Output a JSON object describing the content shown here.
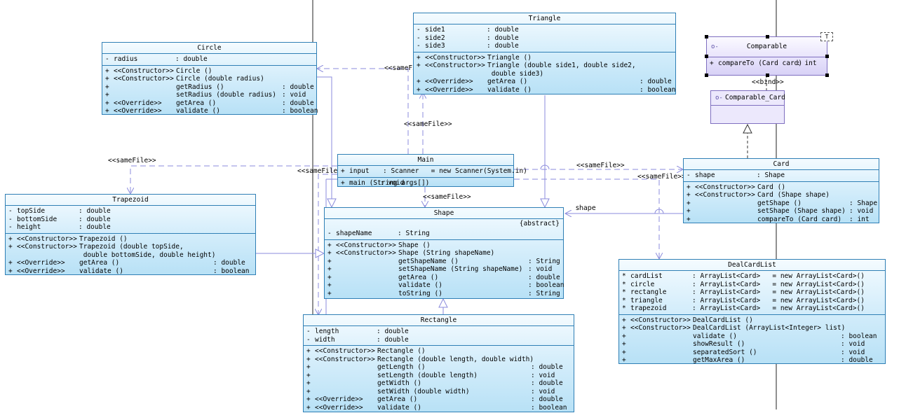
{
  "classes": {
    "circle": {
      "name": "Circle",
      "attributes": [
        {
          "v": "-",
          "n": "radius",
          "t": ": double"
        }
      ],
      "operations": [
        {
          "v": "+",
          "s": "<<Constructor>>",
          "n": "Circle ()",
          "t": ""
        },
        {
          "v": "+",
          "s": "<<Constructor>>",
          "n": "Circle (double radius)",
          "t": ""
        },
        {
          "v": "+",
          "s": "",
          "n": "getRadius ()",
          "t": ": double"
        },
        {
          "v": "+",
          "s": "",
          "n": "setRadius (double radius)",
          "t": ": void"
        },
        {
          "v": "+",
          "s": "<<Override>>",
          "n": "getArea ()",
          "t": ": double"
        },
        {
          "v": "+",
          "s": "<<Override>>",
          "n": "validate ()",
          "t": ": boolean"
        }
      ]
    },
    "triangle": {
      "name": "Triangle",
      "attributes": [
        {
          "v": "-",
          "n": "side1",
          "t": ": double"
        },
        {
          "v": "-",
          "n": "side2",
          "t": ": double"
        },
        {
          "v": "-",
          "n": "side3",
          "t": ": double"
        }
      ],
      "operations": [
        {
          "v": "+",
          "s": "<<Constructor>>",
          "n": "Triangle ()",
          "t": ""
        },
        {
          "v": "+",
          "s": "<<Constructor>>",
          "n": "Triangle (double side1, double side2,",
          "t": ""
        },
        {
          "v": "",
          "s": "",
          "n": " double side3)",
          "t": ""
        },
        {
          "v": "+",
          "s": "<<Override>>",
          "n": "getArea ()",
          "t": ": double"
        },
        {
          "v": "+",
          "s": "<<Override>>",
          "n": "validate ()",
          "t": ": boolean"
        }
      ]
    },
    "main": {
      "name": "Main",
      "attributes": [
        {
          "v": "+",
          "n": "input",
          "t": ": Scanner   = new Scanner(System.in)"
        }
      ],
      "operations": [
        {
          "v": "+",
          "s": "",
          "n": "main (String args[])",
          "t": ": void"
        }
      ]
    },
    "trapezoid": {
      "name": "Trapezoid",
      "attributes": [
        {
          "v": "-",
          "n": "topSide",
          "t": ": double"
        },
        {
          "v": "-",
          "n": "bottomSide",
          "t": ": double"
        },
        {
          "v": "-",
          "n": "height",
          "t": ": double"
        }
      ],
      "operations": [
        {
          "v": "+",
          "s": "<<Constructor>>",
          "n": "Trapezoid ()",
          "t": ""
        },
        {
          "v": "+",
          "s": "<<Constructor>>",
          "n": "Trapezoid (double topSide,",
          "t": ""
        },
        {
          "v": "",
          "s": "",
          "n": " double bottomSide, double height)",
          "t": ""
        },
        {
          "v": "+",
          "s": "<<Override>>",
          "n": "getArea ()",
          "t": ": double"
        },
        {
          "v": "+",
          "s": "<<Override>>",
          "n": "validate ()",
          "t": ": boolean"
        }
      ]
    },
    "shape": {
      "name": "Shape",
      "modifier": "{abstract}",
      "attributes": [
        {
          "v": "-",
          "n": "shapeName",
          "t": ": String"
        }
      ],
      "operations": [
        {
          "v": "+",
          "s": "<<Constructor>>",
          "n": "Shape ()",
          "t": ""
        },
        {
          "v": "+",
          "s": "<<Constructor>>",
          "n": "Shape (String shapeName)",
          "t": ""
        },
        {
          "v": "+",
          "s": "",
          "n": "getShapeName ()",
          "t": ": String"
        },
        {
          "v": "+",
          "s": "",
          "n": "setShapeName (String shapeName)",
          "t": ": void"
        },
        {
          "v": "+",
          "s": "",
          "n": "getArea ()",
          "t": ": double"
        },
        {
          "v": "+",
          "s": "",
          "n": "validate ()",
          "t": ": boolean"
        },
        {
          "v": "+",
          "s": "",
          "n": "toString ()",
          "t": ": String"
        }
      ]
    },
    "rectangle": {
      "name": "Rectangle",
      "attributes": [
        {
          "v": "-",
          "n": "length",
          "t": ": double"
        },
        {
          "v": "-",
          "n": "width",
          "t": ": double"
        }
      ],
      "operations": [
        {
          "v": "+",
          "s": "<<Constructor>>",
          "n": "Rectangle ()",
          "t": ""
        },
        {
          "v": "+",
          "s": "<<Constructor>>",
          "n": "Rectangle (double length, double width)",
          "t": ""
        },
        {
          "v": "+",
          "s": "",
          "n": "getLength ()",
          "t": ": double"
        },
        {
          "v": "+",
          "s": "",
          "n": "setLength (double length)",
          "t": ": void"
        },
        {
          "v": "+",
          "s": "",
          "n": "getWidth ()",
          "t": ": double"
        },
        {
          "v": "+",
          "s": "",
          "n": "setWidth (double width)",
          "t": ": void"
        },
        {
          "v": "+",
          "s": "<<Override>>",
          "n": "getArea ()",
          "t": ": double"
        },
        {
          "v": "+",
          "s": "<<Override>>",
          "n": "validate ()",
          "t": ": boolean"
        }
      ]
    },
    "card": {
      "name": "Card",
      "attributes": [
        {
          "v": "-",
          "n": "shape",
          "t": ": Shape"
        }
      ],
      "operations": [
        {
          "v": "+",
          "s": "<<Constructor>>",
          "n": "Card ()",
          "t": ""
        },
        {
          "v": "+",
          "s": "<<Constructor>>",
          "n": "Card (Shape shape)",
          "t": ""
        },
        {
          "v": "+",
          "s": "",
          "n": "getShape ()",
          "t": ": Shape"
        },
        {
          "v": "+",
          "s": "",
          "n": "setShape (Shape shape)",
          "t": ": void"
        },
        {
          "v": "+",
          "s": "",
          "n": "compareTo (Card card)",
          "t": ": int"
        }
      ]
    },
    "dealcardlist": {
      "name": "DealCardList",
      "attributes": [
        {
          "v": "*",
          "n": "cardList",
          "t": ": ArrayList<Card>   = new ArrayList<Card>()"
        },
        {
          "v": "*",
          "n": "circle",
          "t": ": ArrayList<Card>   = new ArrayList<Card>()"
        },
        {
          "v": "*",
          "n": "rectangle",
          "t": ": ArrayList<Card>   = new ArrayList<Card>()"
        },
        {
          "v": "*",
          "n": "triangle",
          "t": ": ArrayList<Card>   = new ArrayList<Card>()"
        },
        {
          "v": "*",
          "n": "trapezoid",
          "t": ": ArrayList<Card>   = new ArrayList<Card>()"
        }
      ],
      "operations": [
        {
          "v": "+",
          "s": "<<Constructor>>",
          "n": "DealCardList ()",
          "t": ""
        },
        {
          "v": "+",
          "s": "<<Constructor>>",
          "n": "DealCardList (ArrayList<Integer> list)",
          "t": ""
        },
        {
          "v": "+",
          "s": "",
          "n": "validate ()",
          "t": ": boolean"
        },
        {
          "v": "+",
          "s": "",
          "n": "showResult ()",
          "t": ": void"
        },
        {
          "v": "+",
          "s": "",
          "n": "separatedSort ()",
          "t": ": void"
        },
        {
          "v": "+",
          "s": "",
          "n": "getMaxArea ()",
          "t": ": double"
        }
      ]
    }
  },
  "interfaces": {
    "comparable": {
      "name": "Comparable",
      "template_param": "T",
      "operations": [
        {
          "v": "+",
          "n": "compareTo (Card card)",
          "t": ": int"
        }
      ]
    },
    "comparable_card": {
      "name": "Comparable_Card"
    }
  },
  "relations": {
    "same_file": "<<sameFile>>",
    "bind": "<<bind>>",
    "shape_assoc": "shape"
  }
}
